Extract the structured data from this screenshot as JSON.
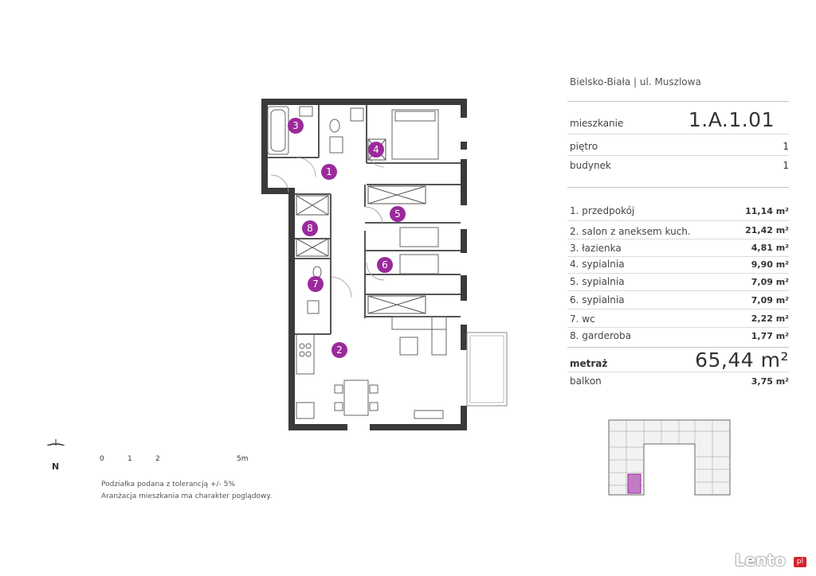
{
  "header": {
    "location": "Bielsko-Biała | ul. Muszlowa"
  },
  "apartment": {
    "label": "mieszkanie",
    "number": "1.A.1.01",
    "floor_label": "piętro",
    "floor": "1",
    "building_label": "budynek",
    "building": "1"
  },
  "rooms": [
    {
      "name": "1. przedpokój",
      "area": "11,14 m²"
    },
    {
      "name": "2. salon z aneksem kuch.",
      "area": "21,42 m²"
    },
    {
      "name": "3. łazienka",
      "area": "4,81 m²"
    },
    {
      "name": "4. sypialnia",
      "area": "9,90 m²"
    },
    {
      "name": "5. sypialnia",
      "area": "7,09 m²"
    },
    {
      "name": "6. sypialnia",
      "area": "7,09 m²"
    },
    {
      "name": "7. wc",
      "area": "2,22 m²"
    },
    {
      "name": "8. garderoba",
      "area": "1,77 m²"
    }
  ],
  "totals": {
    "metraz_label": "metraż",
    "metraz": "65,44 m²",
    "balkon_label": "balkon",
    "balkon": "3,75 m²"
  },
  "plan_markers": [
    "1",
    "2",
    "3",
    "4",
    "5",
    "6",
    "7",
    "8"
  ],
  "compass": {
    "letter": "N"
  },
  "scale": {
    "t0": "0",
    "t1": "1",
    "t2": "2",
    "t5": "5m"
  },
  "notes": {
    "tolerance": "Podziałka podana z tolerancją +/- 5%",
    "arrangement": "Aranżacja mieszkania ma charakter poglądowy."
  },
  "watermark": {
    "brand": "Lento",
    "suffix": "pl"
  },
  "colors": {
    "accent": "#9b2a9b",
    "wall": "#3a3a3a",
    "divider": "#cbbbd0"
  }
}
